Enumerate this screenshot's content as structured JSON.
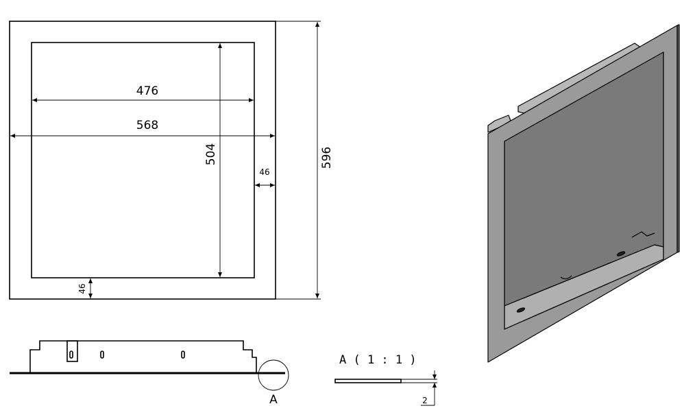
{
  "front_view": {
    "dim_inner_width": "476",
    "dim_outer_width": "568",
    "dim_inner_height": "504",
    "dim_outer_height": "596",
    "dim_side_border": "46",
    "dim_bottom_border": "46"
  },
  "side_view": {
    "callout_label": "A"
  },
  "detail_view": {
    "title": "A ( 1 : 1 )",
    "thickness": "2"
  },
  "colors": {
    "line": "#000000",
    "frame_face": "#9a9a9a",
    "frame_dark": "#6a6a6a",
    "frame_light": "#c8c8c8"
  }
}
